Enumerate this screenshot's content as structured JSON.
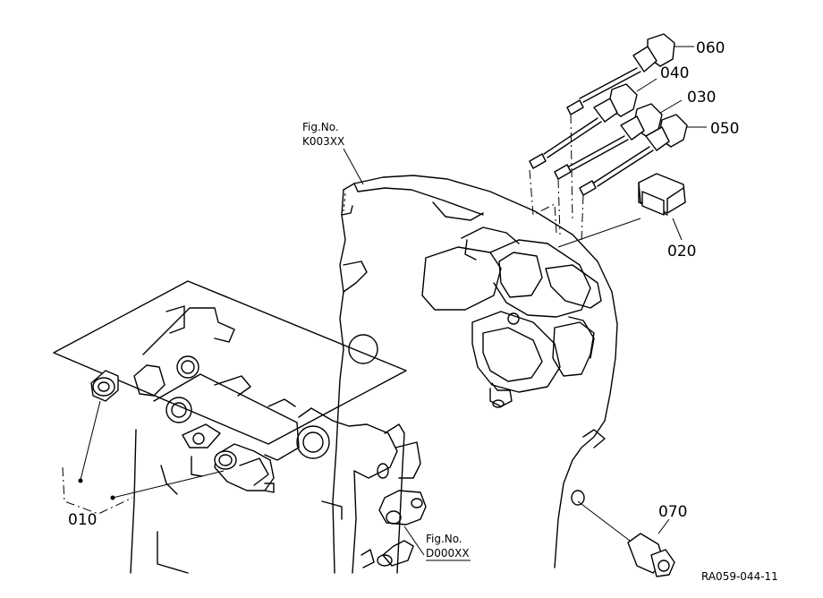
{
  "parts": {
    "p060": "060",
    "p040": "040",
    "p030": "030",
    "p050": "050",
    "p020": "020",
    "p010": "010",
    "p070": "070"
  },
  "references": {
    "top_fig_label": "Fig.No.",
    "top_fig_code": "K003XX",
    "bottom_fig_label": "Fig.No.",
    "bottom_fig_code": "D000XX"
  },
  "drawing_code": "RA059-044-11"
}
